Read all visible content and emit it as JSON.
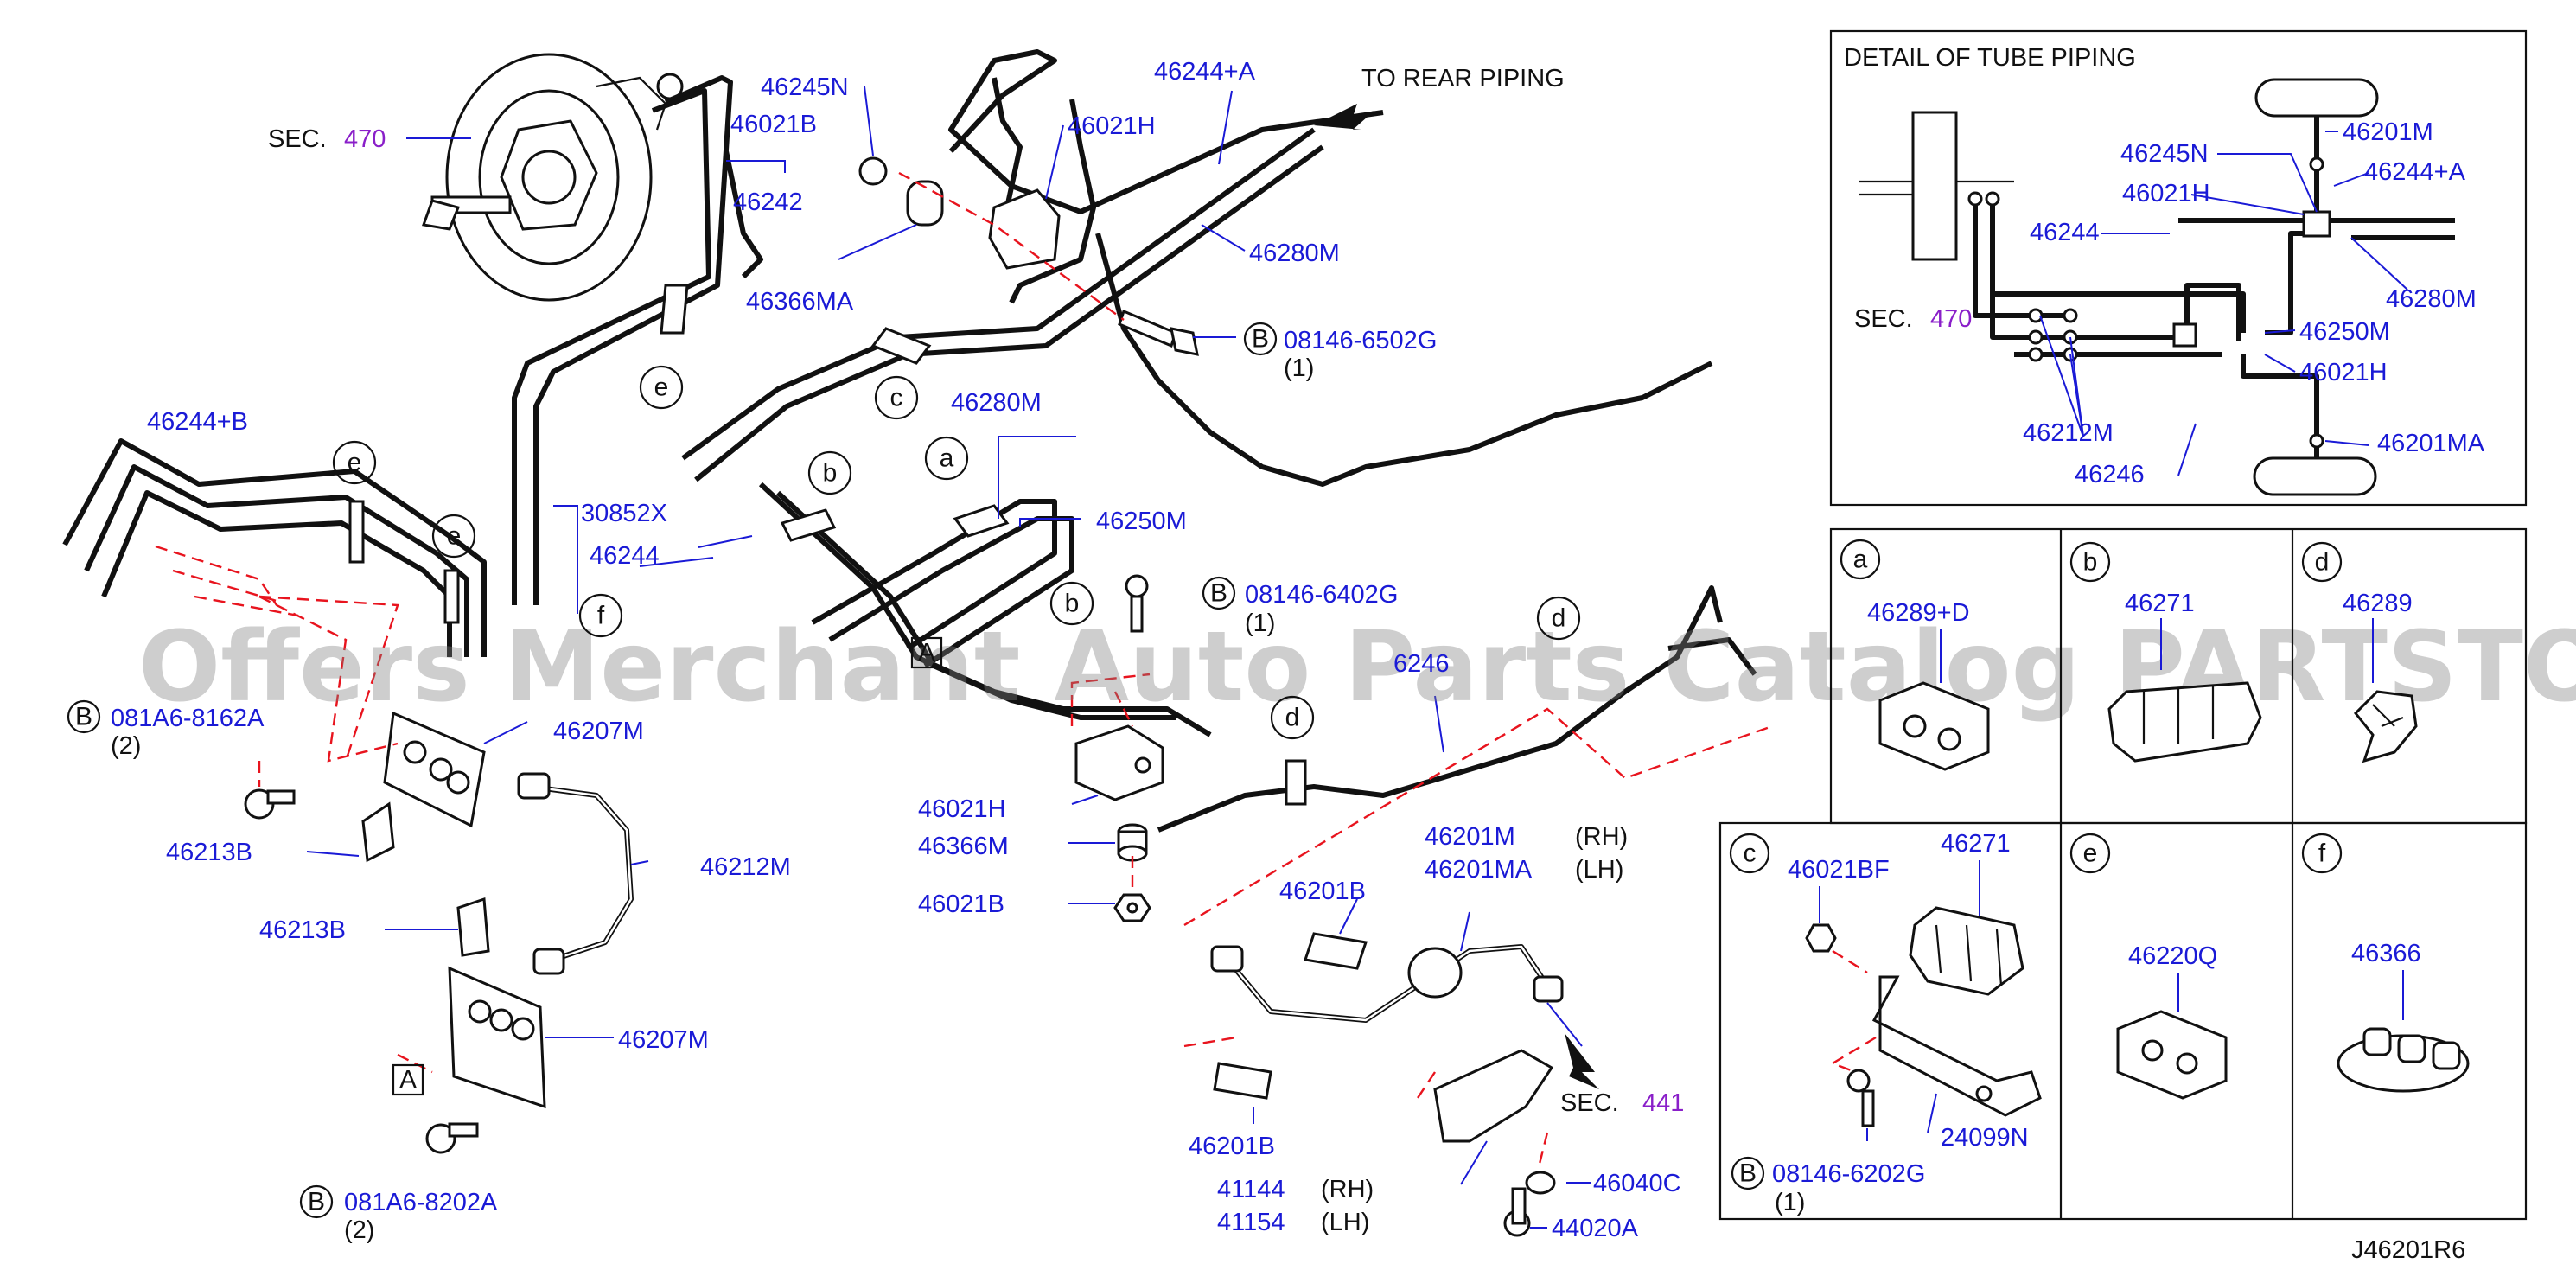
{
  "labels": {
    "sec470_prefix": "SEC.",
    "sec470_num": "470",
    "p46245N": "46245N",
    "p46021B": "46021B",
    "p46242": "46242",
    "p46366MA": "46366MA",
    "p46021H_top": "46021H",
    "p46244A": "46244+A",
    "to_rear": "TO   REAR   PIPING",
    "p46280M_top": "46280M",
    "b08146_6502G": "08146-6502G",
    "qty_6502G": "(1)",
    "p46244B": "46244+B",
    "p46280M_mid": "46280M",
    "p46250M": "46250M",
    "p30852X": "30852X",
    "p46244": "46244",
    "b08146_6402G": "08146-6402G",
    "qty_6402G": "(1)",
    "b081A6_8162A": "081A6-8162A",
    "qty_8162A": "(2)",
    "p46207M_top": "46207M",
    "p46213B_1": "46213B",
    "p46212M": "46212M",
    "p46213B_2": "46213B",
    "p46207M_bot": "46207M",
    "b081A6_8202A": "081A6-8202A",
    "qty_8202A": "(2)",
    "p46246": "6246",
    "p46021H_mid": "46021H",
    "p46366M": "46366M",
    "p46021B_mid": "46021B",
    "p46201M": "46201M",
    "rh1": "(RH)",
    "p46201MA": "46201MA",
    "lh1": "(LH)",
    "p46201B_top": "46201B",
    "p46201B_bot": "46201B",
    "sec441_prefix": "SEC.",
    "sec441_num": "441",
    "p41144": "41144",
    "rh2": "(RH)",
    "p41154": "41154",
    "lh2": "(LH)",
    "p46040C": "46040C",
    "p44020A": "44020A",
    "box_A_1": "A",
    "box_A_2": "A",
    "circle_b_label": "B",
    "diagram_code": "J46201R6"
  },
  "callouts": {
    "a": "a",
    "b": "b",
    "c": "c",
    "d": "d",
    "e": "e",
    "f": "f"
  },
  "detail": {
    "title": "DETAIL   OF   TUBE   PIPING",
    "p46201M": "46201M",
    "p46245N": "46245N",
    "p46244A": "46244+A",
    "p46021H_1": "46021H",
    "p46244": "46244",
    "p46280M": "46280M",
    "sec_prefix": "SEC.",
    "sec_num": "470",
    "p46250M": "46250M",
    "p46021H_2": "46021H",
    "p46212M": "46212M",
    "p46201MA": "46201MA",
    "p46246": "46246"
  },
  "cells": {
    "a": {
      "key": "a",
      "part": "46289+D"
    },
    "b": {
      "key": "b",
      "part": "46271"
    },
    "d": {
      "key": "d",
      "part": "46289"
    },
    "c": {
      "key": "c",
      "part_1": "46021BF",
      "part_2": "46271",
      "part_3": "24099N",
      "bolt": "08146-6202G",
      "qty": "(1)",
      "b_label": "B"
    },
    "e": {
      "key": "e",
      "part": "46220Q"
    },
    "f": {
      "key": "f",
      "part": "46366"
    }
  },
  "watermark": "Offers Merchant Auto Parts Catalog PARTSTORE.SA",
  "colors": {
    "label_blue": "#1a1ad6",
    "sec_purple": "#8a1fc9",
    "dash_red": "#e8141e",
    "watermark_gray": "#7f7f7f"
  }
}
